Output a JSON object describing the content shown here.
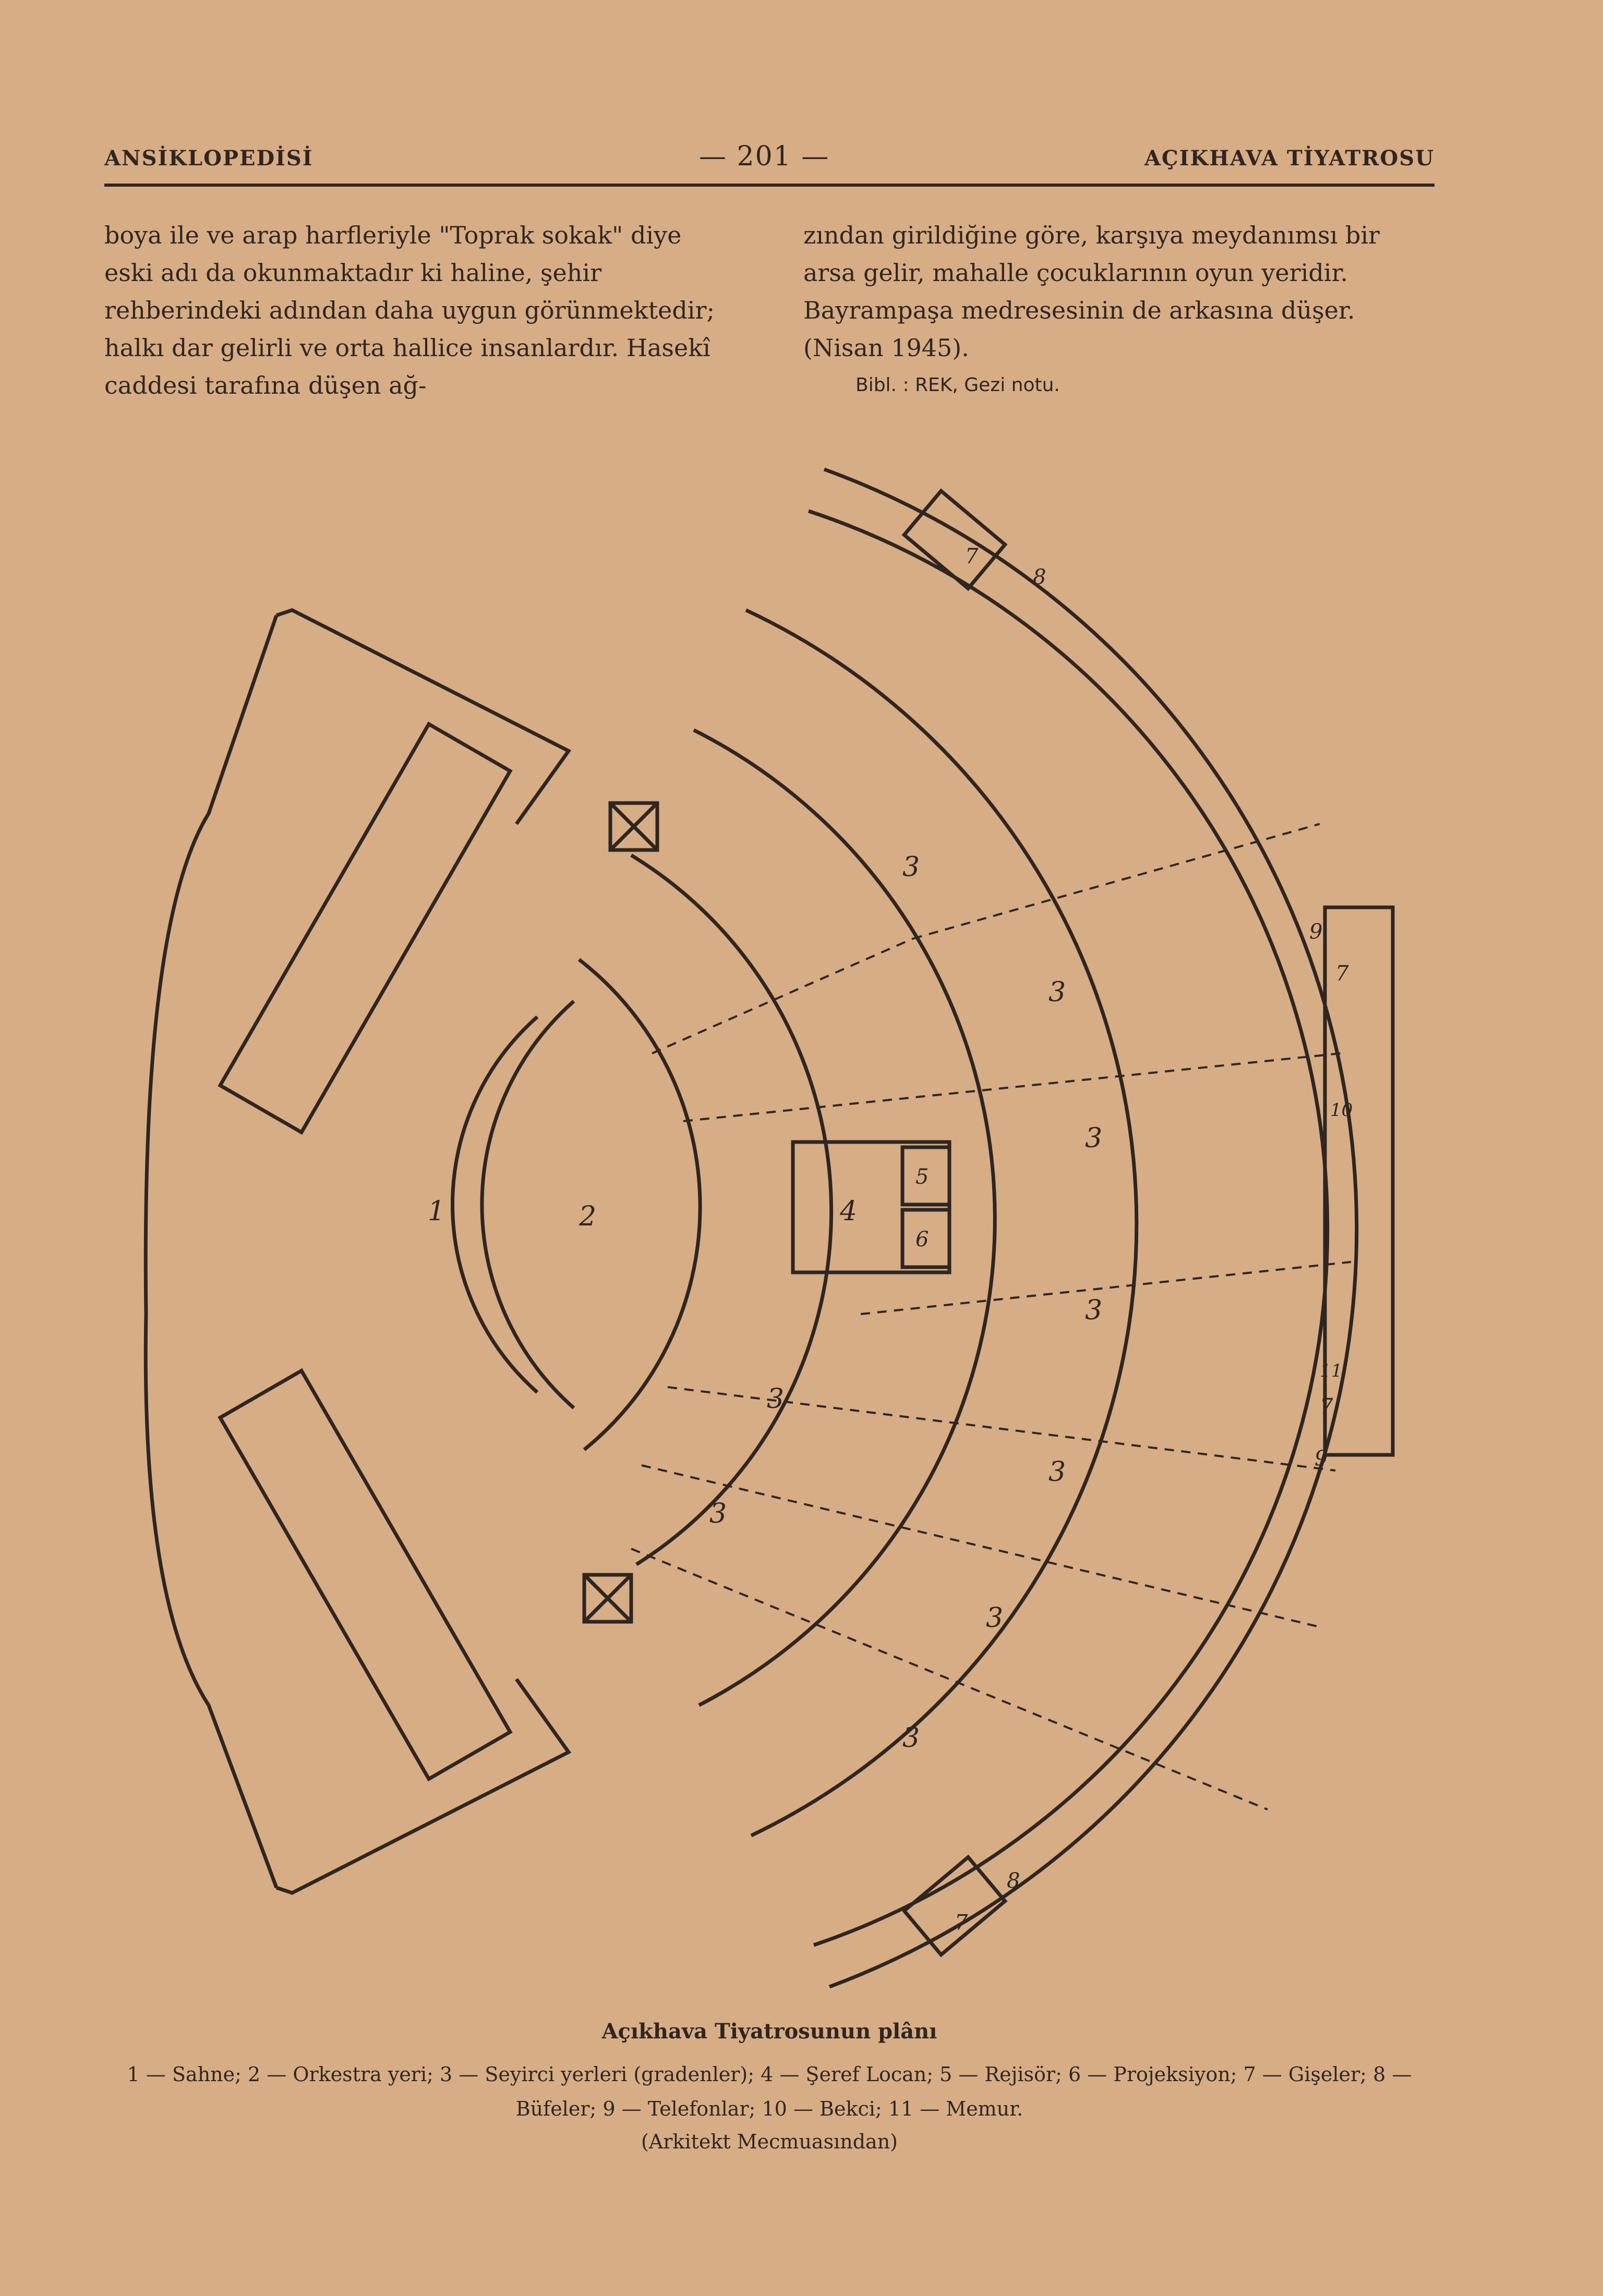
{
  "header": {
    "left": "ANSİKLOPEDİSİ",
    "page_number": "— 201 —",
    "right": "AÇIKHAVA TİYATROSU"
  },
  "text": {
    "left_column": "boya ile ve arap harfleriyle \"Toprak sokak\" diye eski adı da okunmaktadır ki haline, şehir rehberindeki adından daha uygun görünmektedir; halkı dar gelirli ve orta hallice insanlardır. Hasekî caddesi tarafına düşen ağ-",
    "right_column": "zından girildiğine göre, karşıya meydanımsı bir arsa gelir, mahalle çocuklarının oyun yeridir. Bayrampaşa medresesinin de arkasına düşer. (Nisan 1945).",
    "bibliography": "Bibl. : REK, Gezi notu."
  },
  "plan": {
    "labels": {
      "stage": "1",
      "orchestra": "2",
      "seats": "3",
      "boxes": "4",
      "director": "5",
      "projection": "6",
      "ticket": "7",
      "buffet": "8",
      "telephone": "9",
      "guard": "10",
      "officer": "11"
    }
  },
  "caption": {
    "title": "Açıkhava Tiyatrosunun plânı",
    "legend": "1 — Sahne; 2 — Orkestra yeri; 3 — Seyirci yerleri (gradenler); 4 — Şeref Locan; 5 — Rejisör; 6 — Projeksiyon; 7 — Gişeler; 8 — Büfeler; 9 — Telefonlar; 10 — Bekci; 11 — Memur.",
    "source": "(Arkitekt Mecmuasından)"
  },
  "colors": {
    "paper": "#d7ad85",
    "ink": "#2e2622"
  }
}
